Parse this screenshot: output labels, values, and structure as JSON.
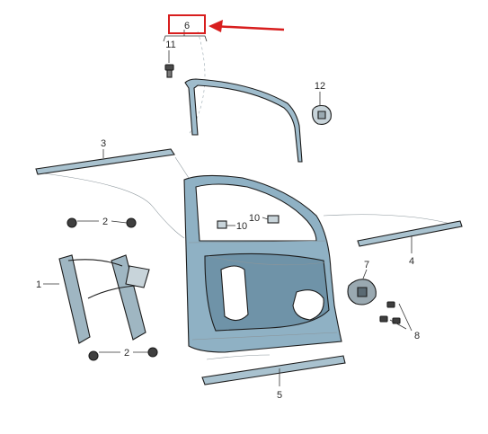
{
  "diagram": {
    "highlight": {
      "label": "6",
      "color": "#d81e1e"
    },
    "callouts": {
      "c11": "11",
      "c12": "12",
      "c3": "3",
      "c2_top": "2",
      "c10_left": "10",
      "c10_right": "10",
      "c1": "1",
      "c7": "7",
      "c4": "4",
      "c8": "8",
      "c2_bottom": "2",
      "c5": "5"
    },
    "colors": {
      "door_fill": "#8fb1c4",
      "door_shadow": "#6f93a8",
      "strip_fill": "#a9c2cf",
      "outline": "#1c1c1c",
      "arrow": "#d81e1e"
    }
  }
}
